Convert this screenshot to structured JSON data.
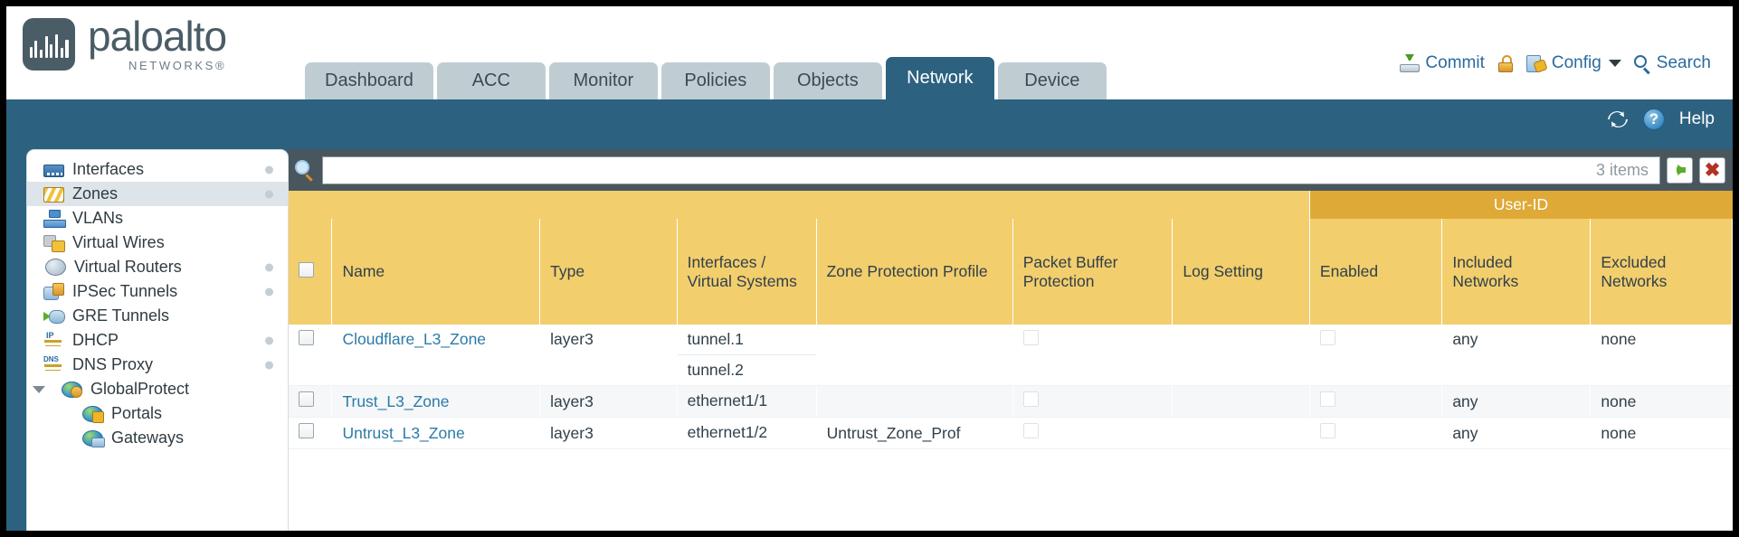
{
  "brand": {
    "word": "paloalto",
    "sub": "NETWORKS",
    "reg": "®"
  },
  "nav": {
    "tabs": [
      {
        "label": "Dashboard",
        "active": false
      },
      {
        "label": "ACC",
        "active": false
      },
      {
        "label": "Monitor",
        "active": false
      },
      {
        "label": "Policies",
        "active": false
      },
      {
        "label": "Objects",
        "active": false
      },
      {
        "label": "Network",
        "active": true
      },
      {
        "label": "Device",
        "active": false
      }
    ]
  },
  "top_actions": {
    "commit": "Commit",
    "config": "Config",
    "search": "Search",
    "lock_icon": "lock-icon",
    "commit_icon": "commit-icon",
    "config_icon": "config-icon",
    "search_icon": "search-icon"
  },
  "blue_bar": {
    "refresh_icon": "refresh-icon",
    "help_icon": "help-icon",
    "help_label": "Help"
  },
  "sidebar": {
    "items": [
      {
        "label": "Interfaces",
        "icon": "interfaces-icon",
        "selected": false,
        "dot": true,
        "child": false,
        "arrow": false
      },
      {
        "label": "Zones",
        "icon": "zones-icon",
        "selected": true,
        "dot": true,
        "child": false,
        "arrow": false
      },
      {
        "label": "VLANs",
        "icon": "vlans-icon",
        "selected": false,
        "dot": false,
        "child": false,
        "arrow": false
      },
      {
        "label": "Virtual Wires",
        "icon": "virtual-wires-icon",
        "selected": false,
        "dot": false,
        "child": false,
        "arrow": false
      },
      {
        "label": "Virtual Routers",
        "icon": "virtual-routers-icon",
        "selected": false,
        "dot": true,
        "child": false,
        "arrow": false
      },
      {
        "label": "IPSec Tunnels",
        "icon": "ipsec-tunnels-icon",
        "selected": false,
        "dot": true,
        "child": false,
        "arrow": false
      },
      {
        "label": "GRE Tunnels",
        "icon": "gre-tunnels-icon",
        "selected": false,
        "dot": false,
        "child": false,
        "arrow": false
      },
      {
        "label": "DHCP",
        "icon": "dhcp-icon",
        "selected": false,
        "dot": true,
        "child": false,
        "arrow": false
      },
      {
        "label": "DNS Proxy",
        "icon": "dns-proxy-icon",
        "selected": false,
        "dot": true,
        "child": false,
        "arrow": false
      },
      {
        "label": "GlobalProtect",
        "icon": "globalprotect-icon",
        "selected": false,
        "dot": false,
        "child": false,
        "arrow": true
      },
      {
        "label": "Portals",
        "icon": "portals-icon",
        "selected": false,
        "dot": false,
        "child": true,
        "arrow": false
      },
      {
        "label": "Gateways",
        "icon": "gateways-icon",
        "selected": false,
        "dot": false,
        "child": true,
        "arrow": false
      }
    ]
  },
  "search_bar": {
    "value": "",
    "items_count": "3 items",
    "apply_icon": "apply-filter-icon",
    "clear_icon": "clear-filter-icon",
    "magnifier_icon": "search-icon"
  },
  "table": {
    "group_header": "User-ID",
    "columns": [
      "Name",
      "Type",
      "Interfaces / Virtual Systems",
      "Zone Protection Profile",
      "Packet Buffer Protection",
      "Log Setting",
      "Enabled",
      "Included Networks",
      "Excluded Networks"
    ],
    "rows": [
      {
        "name": "Cloudflare_L3_Zone",
        "type": "layer3",
        "interfaces": [
          "tunnel.1",
          "tunnel.2"
        ],
        "zone_protection_profile": "",
        "packet_buffer_protection": false,
        "log_setting": "",
        "enabled": false,
        "included_networks": "any",
        "excluded_networks": "none"
      },
      {
        "name": "Trust_L3_Zone",
        "type": "layer3",
        "interfaces": [
          "ethernet1/1"
        ],
        "zone_protection_profile": "",
        "packet_buffer_protection": false,
        "log_setting": "",
        "enabled": false,
        "included_networks": "any",
        "excluded_networks": "none"
      },
      {
        "name": "Untrust_L3_Zone",
        "type": "layer3",
        "interfaces": [
          "ethernet1/2"
        ],
        "zone_protection_profile": "Untrust_Zone_Prof",
        "packet_buffer_protection": false,
        "log_setting": "",
        "enabled": false,
        "included_networks": "any",
        "excluded_networks": "none"
      }
    ]
  },
  "colors": {
    "brand_blue": "#2c6280",
    "header_yellow": "#f2ce6d",
    "group_yellow": "#dfa937",
    "link_blue": "#2b7ba8",
    "toolbar_dark": "#49565e"
  }
}
